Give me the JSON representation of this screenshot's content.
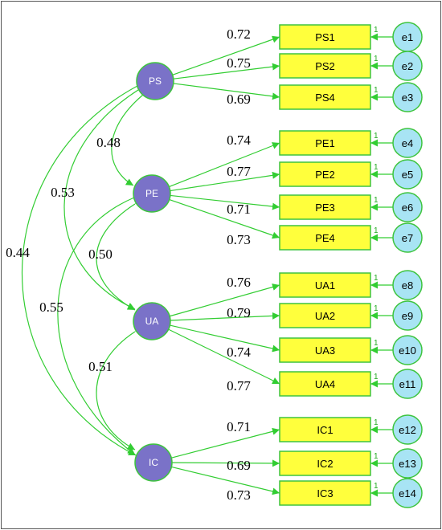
{
  "colors": {
    "latent": "#7a72c8",
    "indicator": "#ffff3c",
    "error": "#a8e4f4",
    "arrow": "#32cd32"
  },
  "latents": [
    {
      "id": "PS",
      "label": "PS"
    },
    {
      "id": "PE",
      "label": "PE"
    },
    {
      "id": "UA",
      "label": "UA"
    },
    {
      "id": "IC",
      "label": "IC"
    }
  ],
  "indicators": [
    {
      "label": "PS1",
      "latent": "PS",
      "loading": "0.72",
      "error": "e1",
      "error_weight": "1"
    },
    {
      "label": "PS2",
      "latent": "PS",
      "loading": "0.75",
      "error": "e2",
      "error_weight": "1"
    },
    {
      "label": "PS4",
      "latent": "PS",
      "loading": "0.69",
      "error": "e3",
      "error_weight": "1"
    },
    {
      "label": "PE1",
      "latent": "PE",
      "loading": "0.74",
      "error": "e4",
      "error_weight": "1"
    },
    {
      "label": "PE2",
      "latent": "PE",
      "loading": "0.77",
      "error": "e5",
      "error_weight": "1"
    },
    {
      "label": "PE3",
      "latent": "PE",
      "loading": "0.71",
      "error": "e6",
      "error_weight": "1"
    },
    {
      "label": "PE4",
      "latent": "PE",
      "loading": "0.73",
      "error": "e7",
      "error_weight": "1"
    },
    {
      "label": "UA1",
      "latent": "UA",
      "loading": "0.76",
      "error": "e8",
      "error_weight": "1"
    },
    {
      "label": "UA2",
      "latent": "UA",
      "loading": "0.79",
      "error": "e9",
      "error_weight": "1"
    },
    {
      "label": "UA3",
      "latent": "UA",
      "loading": "0.74",
      "error": "e10",
      "error_weight": "1"
    },
    {
      "label": "UA4",
      "latent": "UA",
      "loading": "0.77",
      "error": "e11",
      "error_weight": "1"
    },
    {
      "label": "IC1",
      "latent": "IC",
      "loading": "0.71",
      "error": "e12",
      "error_weight": "1"
    },
    {
      "label": "IC2",
      "latent": "IC",
      "loading": "0.69",
      "error": "e13",
      "error_weight": "1"
    },
    {
      "label": "IC3",
      "latent": "IC",
      "loading": "0.73",
      "error": "e14",
      "error_weight": "1"
    }
  ],
  "covariances": [
    {
      "from": "PS",
      "to": "PE",
      "value": "0.48"
    },
    {
      "from": "PS",
      "to": "UA",
      "value": "0.53"
    },
    {
      "from": "PS",
      "to": "IC",
      "value": "0.44"
    },
    {
      "from": "PE",
      "to": "UA",
      "value": "0.50"
    },
    {
      "from": "PE",
      "to": "IC",
      "value": "0.55"
    },
    {
      "from": "UA",
      "to": "IC",
      "value": "0.51"
    }
  ]
}
